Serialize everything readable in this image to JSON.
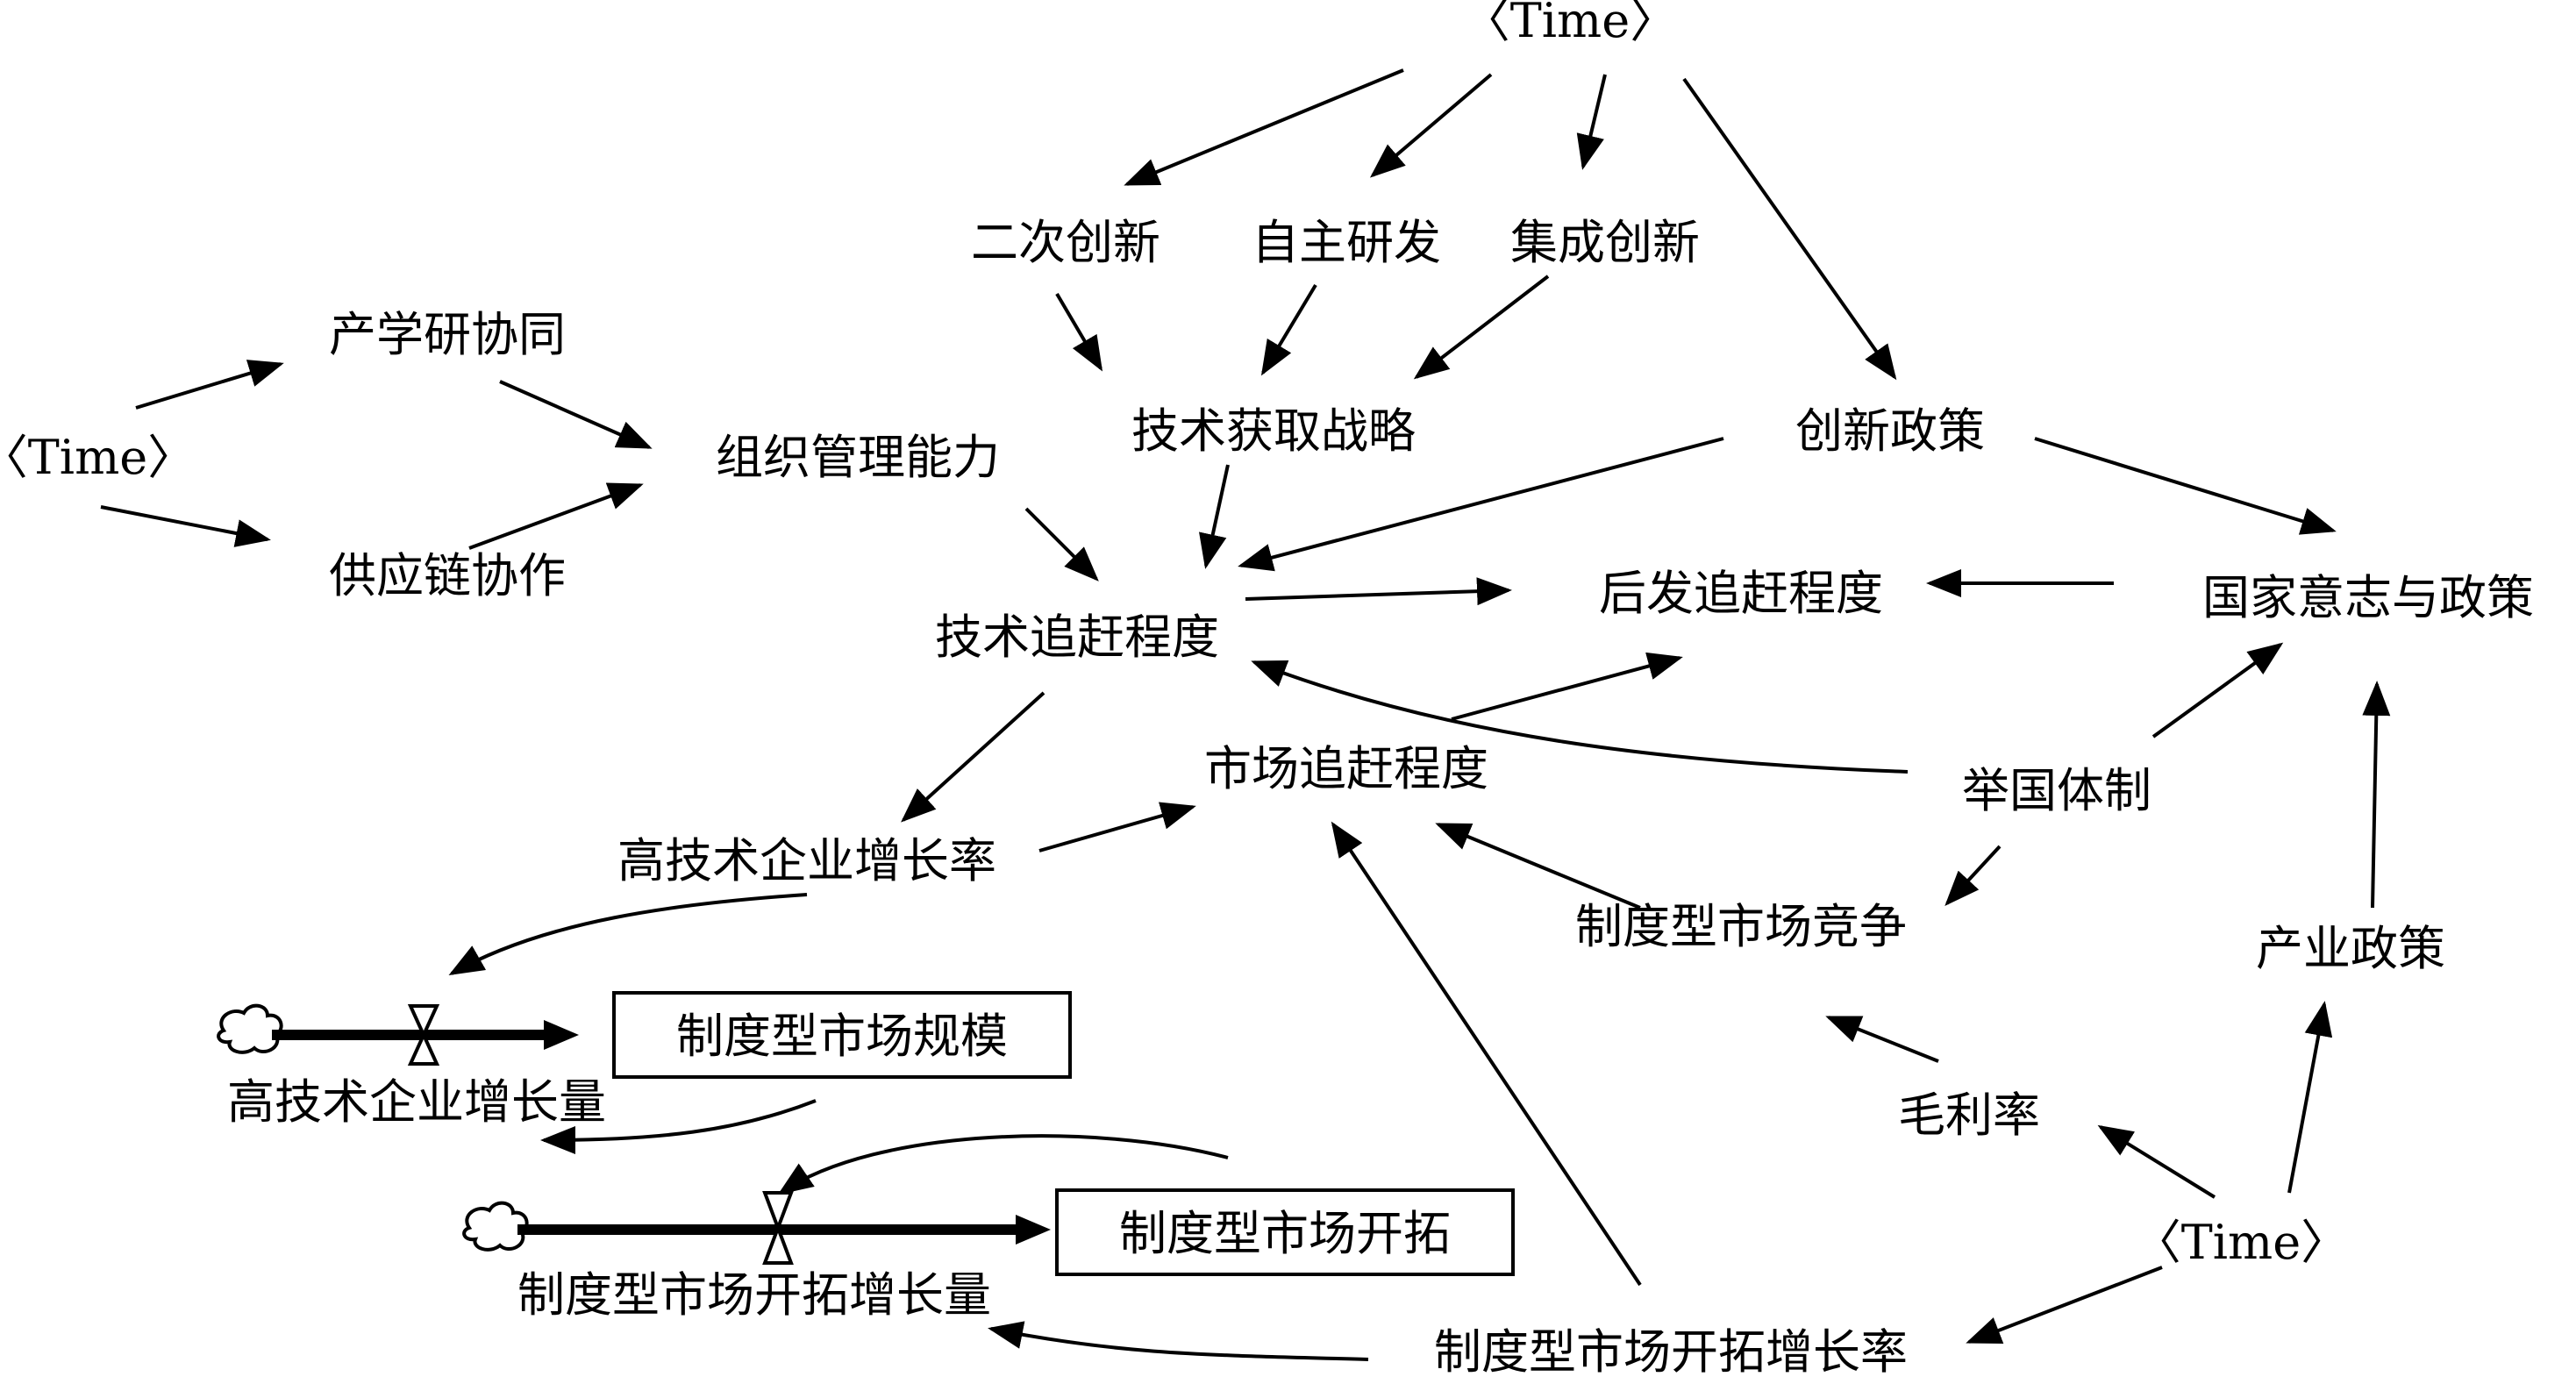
{
  "nodes": {
    "time_top": "〈Time〉",
    "second_innovation": "二次创新",
    "independent_rd": "自主研发",
    "integrated_innovation": "集成创新",
    "iur_collaboration": "产学研协同",
    "time_left": "〈Time〉",
    "org_mgmt_capability": "组织管理能力",
    "supply_chain_collab": "供应链协作",
    "tech_acquisition_strategy": "技术获取战略",
    "innovation_policy": "创新政策",
    "tech_catchup_degree": "技术追赶程度",
    "latecomer_catchup_degree": "后发追赶程度",
    "national_will_policy": "国家意志与政策",
    "market_catchup_degree": "市场追赶程度",
    "whole_nation_system": "举国体制",
    "hightech_growth_rate": "高技术企业增长率",
    "institutional_market_competition": "制度型市场竞争",
    "industrial_policy": "产业政策",
    "institutional_market_scale": "制度型市场规模",
    "hightech_growth_amount": "高技术企业增长量",
    "gross_margin": "毛利率",
    "institutional_market_expansion": "制度型市场开拓",
    "time_bottom": "〈Time〉",
    "market_expansion_growth_amount": "制度型市场开拓增长量",
    "market_expansion_growth_rate": "制度型市场开拓增长率"
  }
}
